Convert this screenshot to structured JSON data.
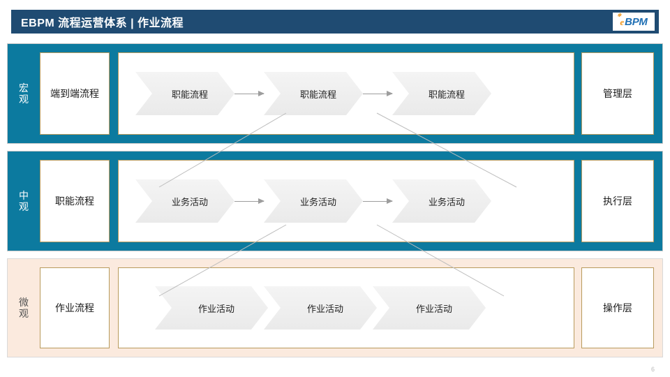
{
  "header": {
    "title": "EBPM 流程运营体系  |  作业流程",
    "bar_color": "#1f4b72",
    "logo": {
      "mark": "e",
      "text": "BPM",
      "mark_color": "#f0951a",
      "text_color": "#1f6fb4"
    }
  },
  "colors": {
    "teal": "#0c7a9f",
    "peach": "#fbeade",
    "gold_border": "#b89a5c",
    "chevron_fill": "#eeeeee",
    "connector_line": "#9d9d9d"
  },
  "rows": [
    {
      "level_label": "宏\n观",
      "left_card": "端到端流程",
      "right_card": "管理层",
      "band_style": "teal",
      "chevrons": [
        {
          "label": "职能流程"
        },
        {
          "label": "职能流程"
        },
        {
          "label": "职能流程"
        }
      ]
    },
    {
      "level_label": "中\n观",
      "left_card": "职能流程",
      "right_card": "执行层",
      "band_style": "teal",
      "chevrons": [
        {
          "label": "业务活动"
        },
        {
          "label": "业务活动"
        },
        {
          "label": "业务活动"
        }
      ]
    },
    {
      "level_label": "微\n观",
      "left_card": "作业流程",
      "right_card": "操作层",
      "band_style": "peach",
      "chevrons": [
        {
          "label": "作业活动"
        },
        {
          "label": "作业活动"
        },
        {
          "label": "作业活动"
        }
      ]
    }
  ],
  "footer": {
    "page_number": "6"
  }
}
